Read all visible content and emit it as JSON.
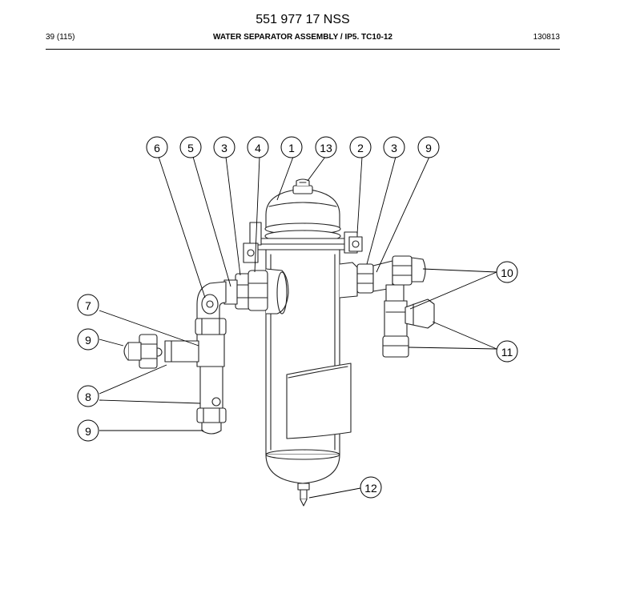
{
  "header": {
    "doc_number": "551 977 17 NSS",
    "page_ref": "39 (115)",
    "section_title": "WATER SEPARATOR ASSEMBLY / IP5. TC10-12",
    "date_code": "130813"
  },
  "callouts": {
    "c6": "6",
    "c5": "5",
    "c3a": "3",
    "c4": "4",
    "c1": "1",
    "c13": "13",
    "c2": "2",
    "c3b": "3",
    "c9top": "9",
    "c10": "10",
    "c11": "11",
    "c7": "7",
    "c9left": "9",
    "c8": "8",
    "c9bottom": "9",
    "c12": "12"
  }
}
